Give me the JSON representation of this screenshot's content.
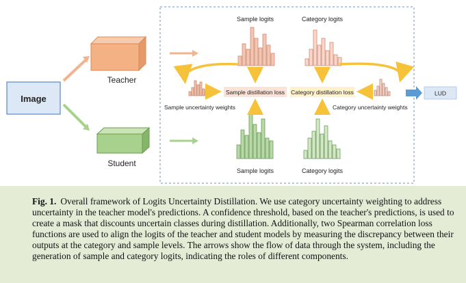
{
  "diagram": {
    "input_label": "Image",
    "teacher_label": "Teacher",
    "student_label": "Student",
    "top_left_heading": "Sample logits",
    "top_right_heading": "Category logits",
    "bottom_left_heading": "Sample logits",
    "bottom_right_heading": "Category logits",
    "sample_loss_label": "Sample distillation loss",
    "category_loss_label": "Category distillation loss",
    "sample_weights_label": "Sample uncertainty weights",
    "category_weights_label": "Category uncertainty weights",
    "output_label": "LUD",
    "colors": {
      "image_box": "#dde8f6",
      "teacher_face": "#f4b183",
      "student_face": "#a9d18e",
      "teacher_hist": "#f1c7b3",
      "student_hist": "#b9d8a8",
      "loss_sample_bg": "#fbe3d8",
      "loss_category_bg": "#fff2cc",
      "arrow_orange": "#f6c23a",
      "arrow_blue": "#5b9bd5",
      "caption_bg": "#e5ecd6"
    }
  },
  "caption": {
    "label": "Fig. 1.",
    "text": "Overall framework of Logits Uncertainty Distillation. We use category uncertainty weighting to address uncertainty in the teacher model's predictions. A confidence threshold, based on the teacher's predictions, is used to create a mask that discounts uncertain classes during distillation. Additionally, two Spearman correlation loss functions are used to align the logits of the teacher and student models by measuring the discrepancy between their outputs at the category and sample levels. The arrows show the flow of data through the system, including the generation of sample and category logits, indicating the roles of different components."
  }
}
